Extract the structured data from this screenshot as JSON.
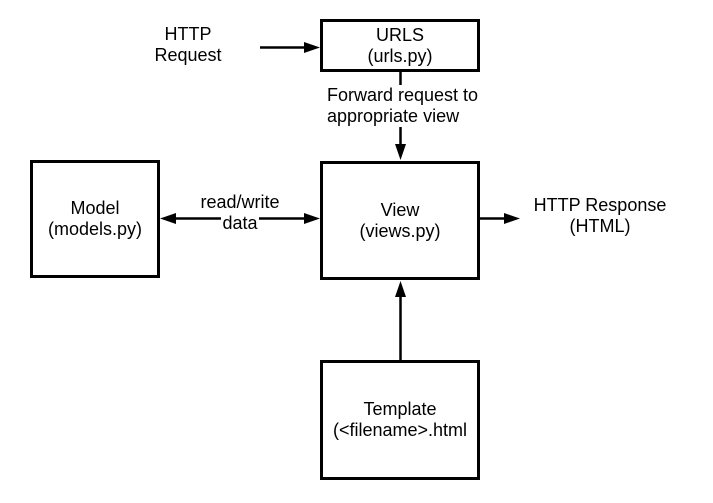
{
  "colors": {
    "stroke": "#000000",
    "background": "#ffffff",
    "text": "#000000"
  },
  "boxes": {
    "urls": {
      "label": "URLS",
      "sublabel": "(urls.py)"
    },
    "model": {
      "label": "Model",
      "sublabel": "(models.py)"
    },
    "view": {
      "label": "View",
      "sublabel": "(views.py)"
    },
    "template": {
      "label": "Template",
      "sublabel": "(<filename>.html"
    }
  },
  "labels": {
    "http_request": {
      "line1": "HTTP",
      "line2": "Request"
    },
    "forward": {
      "line1": "Forward request to",
      "line2": "appropriate view"
    },
    "read_write": {
      "line1": "read/write",
      "line2": "data"
    },
    "http_response": {
      "line1": "HTTP Response",
      "line2": "(HTML)"
    }
  }
}
